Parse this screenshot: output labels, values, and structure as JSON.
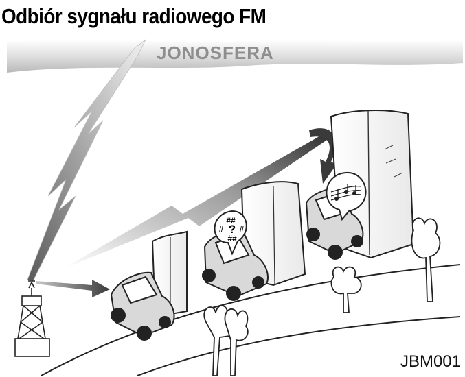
{
  "title": "Odbiór sygnału radiowego FM",
  "ionosphere_label": "JONOSFERA",
  "figure_code": "JBM001",
  "bubble_interference_glyphs": [
    "##",
    "#",
    "?",
    "#",
    "##"
  ],
  "colors": {
    "ionosphere_band": "#d4d4d4",
    "ionosphere_text": "#8e8e8e",
    "signal_dark": "#3a3a3a",
    "signal_light": "#e2e2e2",
    "car_body": "#d9d9d9",
    "building": "#f2f2f2",
    "road_stroke": "#222222"
  },
  "icons": [
    "radio-tower-icon",
    "car-icon",
    "building-icon",
    "tree-icon",
    "speech-bubble-icon",
    "music-notes-icon"
  ]
}
